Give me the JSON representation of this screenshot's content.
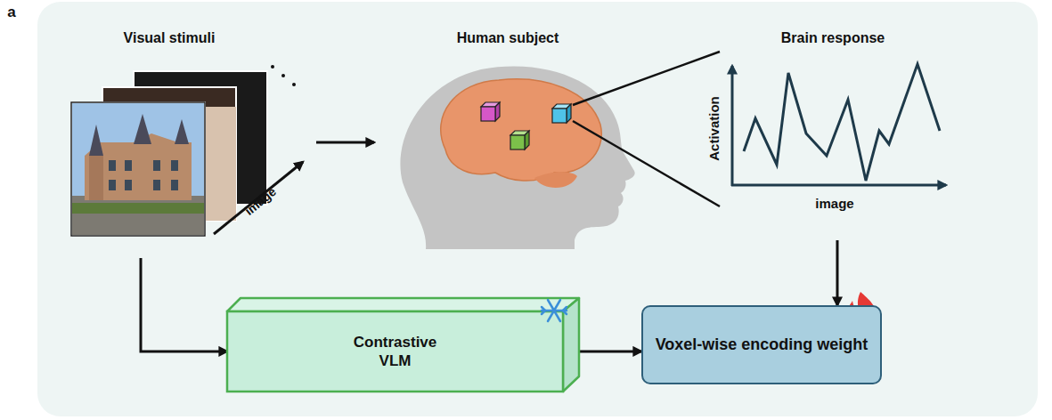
{
  "diagram": {
    "nodes": [
      {
        "text": [
          "Visual stimuli"
        ]
      },
      {
        "text": [
          "Human subject"
        ]
      },
      {
        "text": [
          "Brain response"
        ]
      },
      {
        "text": [
          "Contrastive VLM"
        ]
      },
      {
        "text": [
          "Voxel-wise encoding weight"
        ]
      }
    ],
    "edges": [
      {
        "from": 0,
        "to": 1,
        "arrow": "to"
      },
      {
        "from": 0,
        "to": 3,
        "arrow": "to"
      },
      {
        "from": 3,
        "to": 4,
        "arrow": "to"
      },
      {
        "from": 2,
        "to": 4,
        "arrow": "to"
      }
    ],
    "labels": [
      "a",
      "image",
      "Activation",
      "image"
    ]
  }
}
